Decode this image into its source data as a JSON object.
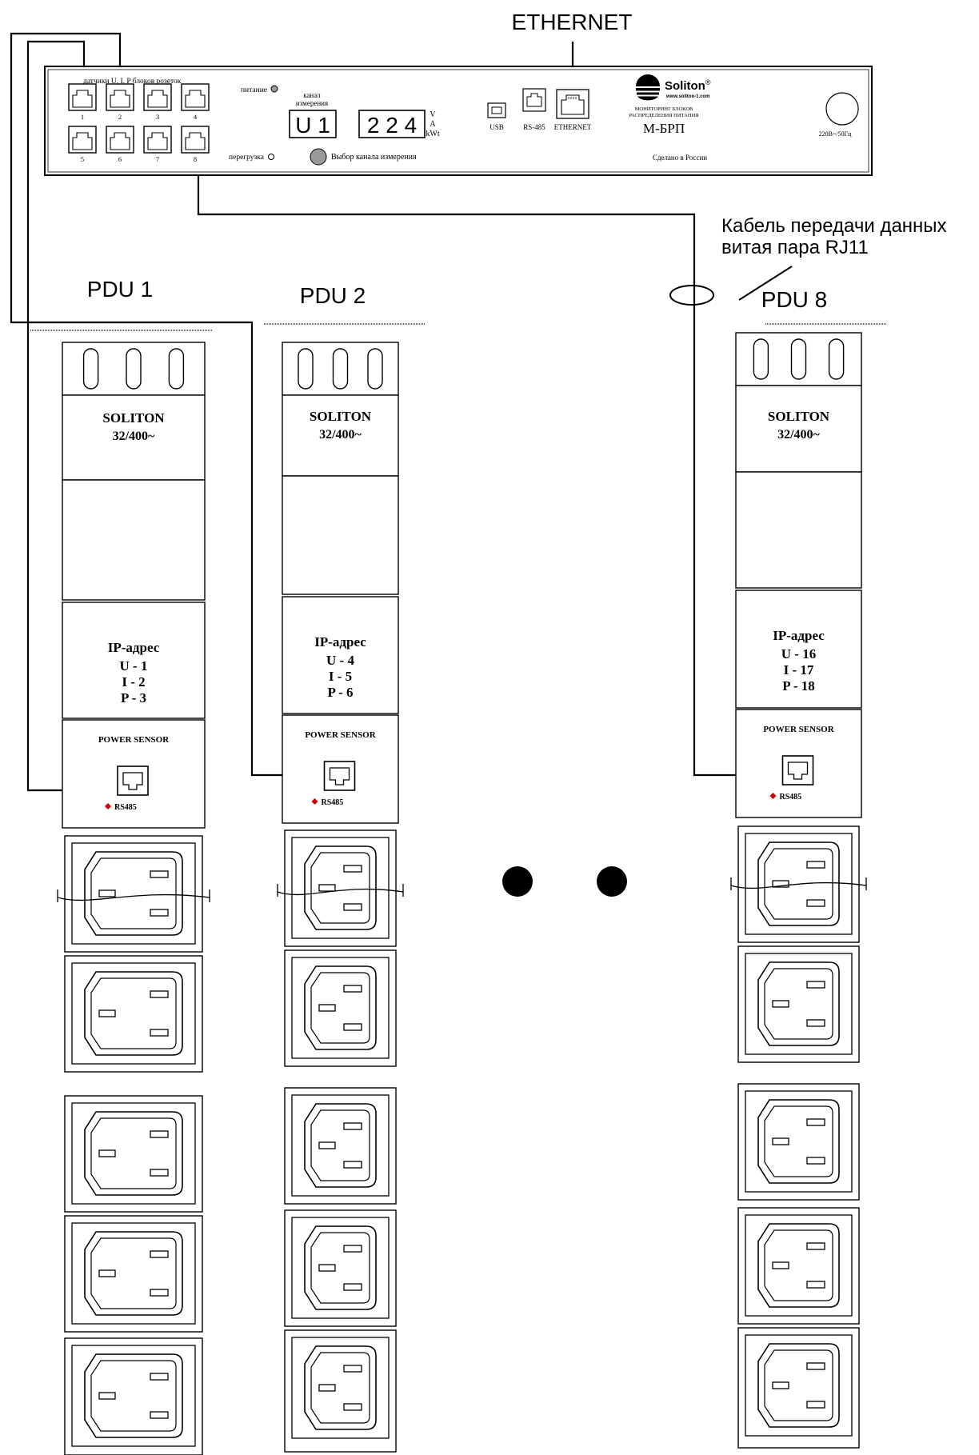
{
  "labels": {
    "ethernet_title": "ETHERNET",
    "cable_line1": "Кабель передачи данных",
    "cable_line2": "витая пара RJ11"
  },
  "controller": {
    "sensors_label": "датчики U, I, P блоков розеток",
    "port_numbers": [
      "1",
      "2",
      "3",
      "4",
      "5",
      "6",
      "7",
      "8"
    ],
    "power_led_label": "питание",
    "overload_led_label": "перегрузка",
    "channel_label_line1": "канал",
    "channel_label_line2": "измерения",
    "channel_value": "U 1",
    "measure_value": "2 2 4",
    "unit_v": "V",
    "unit_a": "A",
    "unit_kwt": "kWt",
    "select_button_label": "Выбор канала измерения",
    "usb_label": "USB",
    "rs485_label": "RS-485",
    "ethernet_port_label": "ETHERNET",
    "brand": "Soliton",
    "brand_mark": "®",
    "website": "www.soliton-1.com",
    "desc_line1": "МОНИТОРИНГ БЛОКОВ",
    "desc_line2": "РАСПРЕДЕЛЕНИЯ ПИТАНИЯ",
    "model": "М-БРП",
    "made_in": "Сделано в России",
    "power_input": "220В~/50Гц"
  },
  "pdus": [
    {
      "title": "PDU 1",
      "brand": "SOLITON",
      "rating": "32/400~",
      "ip_label": "IP-адрес",
      "ip_lines": [
        "U - 1",
        "I - 2",
        "P - 3"
      ],
      "sensor_label": "POWER SENSOR",
      "port_label": "RS485"
    },
    {
      "title": "PDU 2",
      "brand": "SOLITON",
      "rating": "32/400~",
      "ip_label": "IP-адрес",
      "ip_lines": [
        "U - 4",
        "I - 5",
        "P - 6"
      ],
      "sensor_label": "POWER SENSOR",
      "port_label": "RS485"
    },
    {
      "title": "PDU 8",
      "brand": "SOLITON",
      "rating": "32/400~",
      "ip_label": "IP-адрес",
      "ip_lines": [
        "U - 16",
        "I - 17",
        "P - 18"
      ],
      "sensor_label": "POWER SENSOR",
      "port_label": "RS485"
    }
  ]
}
